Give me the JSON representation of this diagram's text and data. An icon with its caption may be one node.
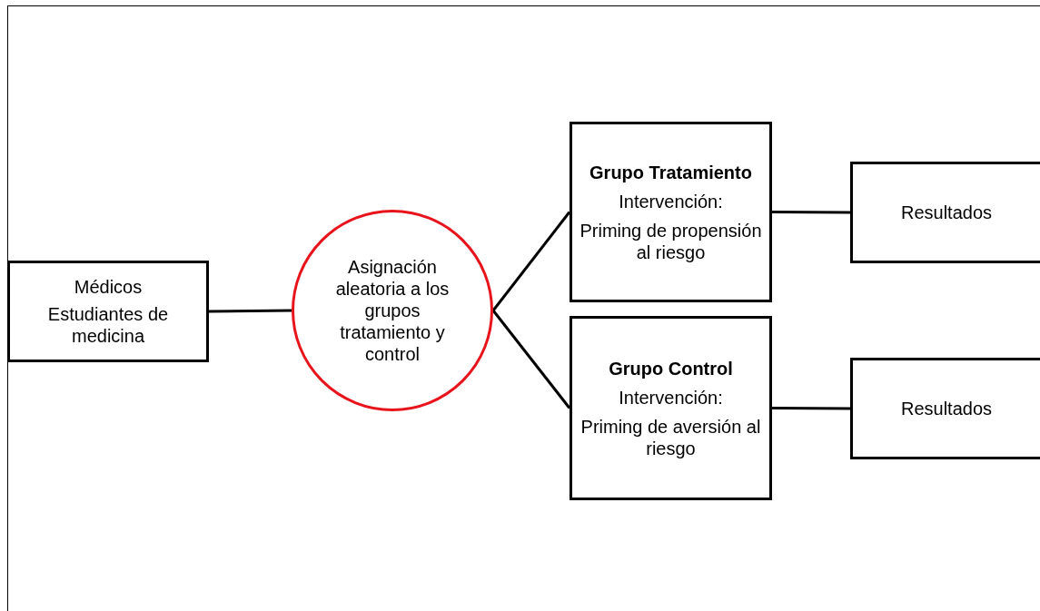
{
  "diagram": {
    "nodes": [
      {
        "text": [
          "Médicos",
          "Estudiantes de medicina"
        ]
      },
      {
        "text": [
          "Asignación aleatoria a los grupos tratamiento y control"
        ]
      },
      {
        "text": [
          "Grupo Tratamiento",
          "Intervención:",
          "Priming de propensión al riesgo"
        ]
      },
      {
        "text": [
          "Grupo Control",
          "Intervención:",
          "Priming de aversión al riesgo"
        ]
      },
      {
        "text": [
          "Resultados"
        ]
      },
      {
        "text": [
          "Resultados"
        ]
      }
    ],
    "edges": [
      {
        "from": 0,
        "to": 1,
        "arrow": "none"
      },
      {
        "from": 1,
        "to": 2,
        "arrow": "none"
      },
      {
        "from": 1,
        "to": 3,
        "arrow": "none"
      },
      {
        "from": 2,
        "to": 4,
        "arrow": "none"
      },
      {
        "from": 3,
        "to": 5,
        "arrow": "none"
      }
    ]
  }
}
